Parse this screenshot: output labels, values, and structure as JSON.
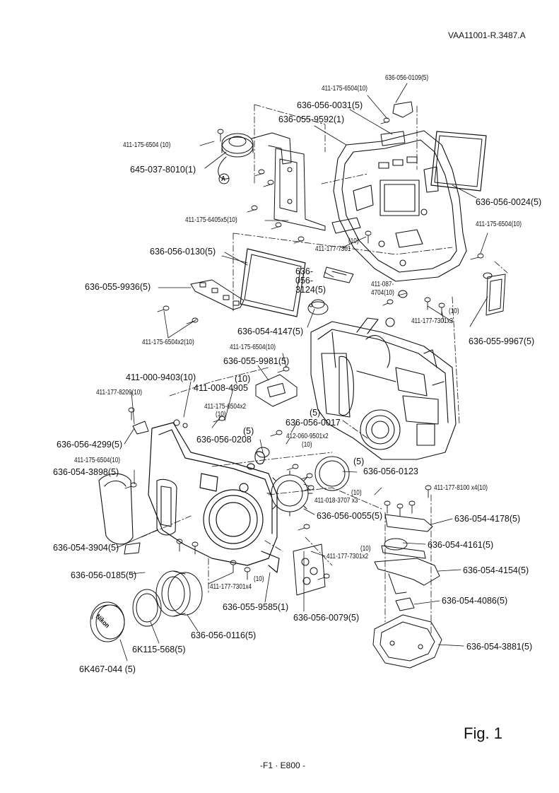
{
  "header": {
    "doc_code": "VAA11001-R.3487.A"
  },
  "figure": {
    "label": "Fig. 1"
  },
  "footer": {
    "page": "-F1 · E800 -"
  },
  "callouts": {
    "p_0109": "636-056-0109(5)",
    "p_6504_top": "411-175-6504(10)",
    "p_0031": "636-056-0031(5)",
    "p_9592": "636-055-9592(1)",
    "p_6504_left": "411-175-6504 (10)",
    "p_8010": "645-037-8010(1)",
    "marker_a": "A",
    "p_6405": "411-175-6405x5(10)",
    "p_0024": "636-056-0024(5)",
    "p_6504_right": "411-175-6504(10)",
    "p_7301_qty": "(10)",
    "p_7301": "411-177-7301",
    "p_0130": "636-056-0130(5)",
    "p_3124_a": "636-",
    "p_3124_b": "056-",
    "p_3124_c": "3124(5)",
    "p_4704_a": "411-087-",
    "p_4704_b": "4704(10)",
    "p_9936": "636-055-9936(5)",
    "p_7301x3_qty": "(10)",
    "p_7301x3": "411-177-7301x3",
    "p_4147": "636-054-4147(5)",
    "p_9967": "636-055-9967(5)",
    "p_6504x2": "411-175-6504x2(10)",
    "p_6504_mid": "411-175-6504(10)",
    "p_9981": "636-055-9981(5)",
    "p_9403": "411-000-9403(10)",
    "p_4905_qty": "(10)",
    "p_4905": "411-008-4905",
    "p_8209": "411-177-8209(10)",
    "p_6504x2b": "411-175-6504x2",
    "p_6504x2b_qty": "(10)",
    "p_0017_qty": "(5)",
    "p_0017": "636-056-0017",
    "p_4299": "636-056-4299(5)",
    "p_0208_qty": "(5)",
    "p_0208": "636-056-0208",
    "p_9501": "412-060-9501x2",
    "p_9501_qty": "(10)",
    "p_6504_grip": "411-175-6504(10)",
    "p_3898": "636-054-3898(5)",
    "p_0123_qty": "(5)",
    "p_0123": "636-056-0123",
    "p_8100": "411-177-8100 x4(10)",
    "p_3707_qty": "(10)",
    "p_3707": "411-018-3707 x3",
    "p_0055": "636-056-0055(5)",
    "p_4178": "636-054-4178(5)",
    "p_3904": "636-054-3904(5)",
    "p_4161": "636-054-4161(5)",
    "p_7301x2_qty": "(10)",
    "p_7301x2": "411-177-7301x2",
    "p_4154": "636-054-4154(5)",
    "p_0185": "636-056-0185(5)",
    "p_7301x4_qty": "(10)",
    "p_7301x4": "411-177-7301x4",
    "p_4086": "636-054-4086(5)",
    "p_9585": "636-055-9585(1)",
    "p_0079": "636-056-0079(5)",
    "p_3881": "636-054-3881(5)",
    "p_0116": "636-056-0116(5)",
    "p_568": "6K115-568(5)",
    "p_044": "6K467-044 (5)",
    "lens_cap_logo": "Nikon"
  },
  "colors": {
    "ink": "#111111",
    "paper": "#ffffff"
  }
}
